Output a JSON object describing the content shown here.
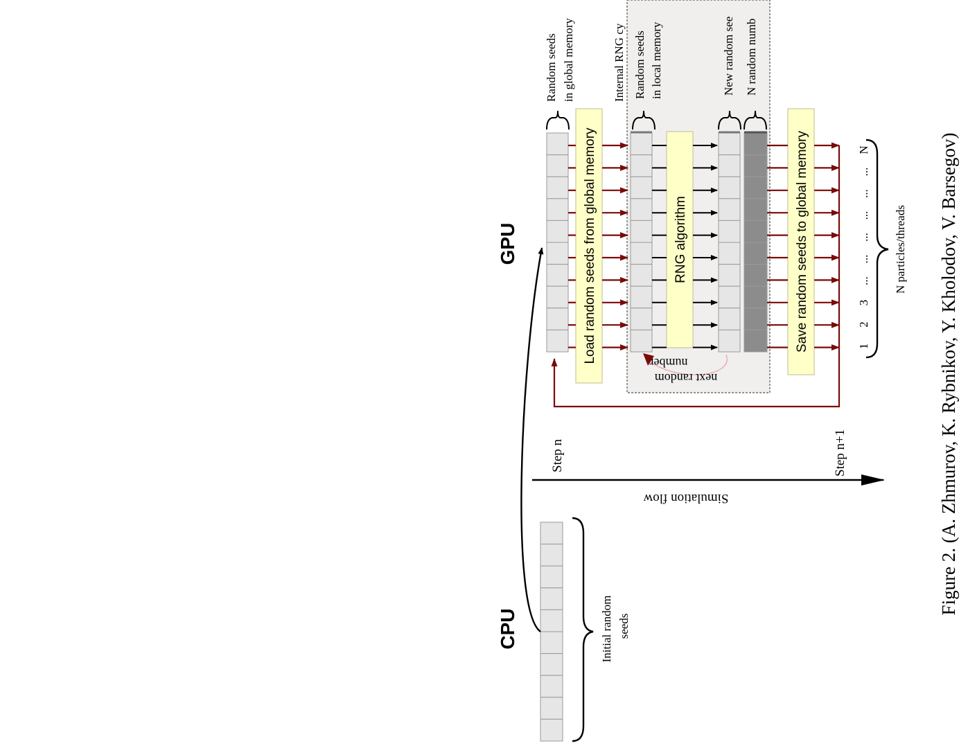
{
  "labels": {
    "cpu": "CPU",
    "gpu": "GPU",
    "initial_seeds_line1": "Initial random",
    "initial_seeds_line2": "seeds",
    "simulation_flow": "Simulation flow",
    "step_n": "Step n",
    "step_n1": "Step n+1",
    "seeds_global_line1": "Random seeds",
    "seeds_global_line2": "in global memory",
    "internal_rng": "Internal RNG cy",
    "seeds_local_line1": "Random seeds",
    "seeds_local_line2": "in local memory",
    "new_seeds": "New random see",
    "n_numbers": "N random numb",
    "load_box": "Load random seeds from global memory",
    "rng_box": "RNG algorithm",
    "save_box": "Save random seeds to global memory",
    "next_random_line1": "next random",
    "next_random_line2": "number",
    "particles": "N particles/threads",
    "idx": [
      "1",
      "2",
      "3",
      "...",
      "...",
      "...",
      "...",
      "...",
      "...",
      "N"
    ],
    "caption": "Figure 2. (A. Zhmurov, K. Rybnikov, Y. Kholodov, V. Barsegov)"
  },
  "colors": {
    "cell_fill": "#e6e6e6",
    "cell_stroke": "#9a9a9a",
    "dark_cell_fill": "#8c8c8c",
    "box_fill": "#ffffc8",
    "box_stroke": "#c8c8a0",
    "region_fill": "#f0efee",
    "dark_red": "#7a0a0a",
    "faint_red": "#e6a0a0"
  }
}
